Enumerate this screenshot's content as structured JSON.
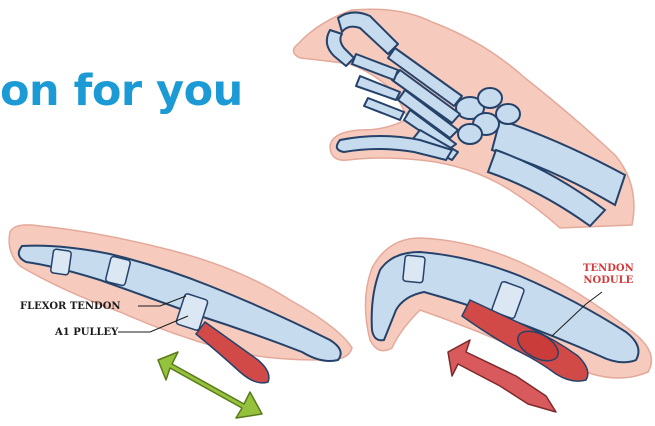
{
  "headline": "on for you",
  "labels": {
    "flexor_tendon": "FLEXOR TENDON",
    "a1_pulley": "A1 PULLEY",
    "tendon_nodule_line1": "TENDON",
    "tendon_nodule_line2": "NODULE"
  },
  "colors": {
    "headline": "#1b9ad6",
    "nodule_label": "#d23b3b",
    "skin": "#f6cbbd",
    "bone": "#c7dbee",
    "bone_outline": "#25426a",
    "tendon": "#d24a47",
    "arrow_healthy": "#95c23d",
    "arrow_affected": "#d85a5d"
  }
}
